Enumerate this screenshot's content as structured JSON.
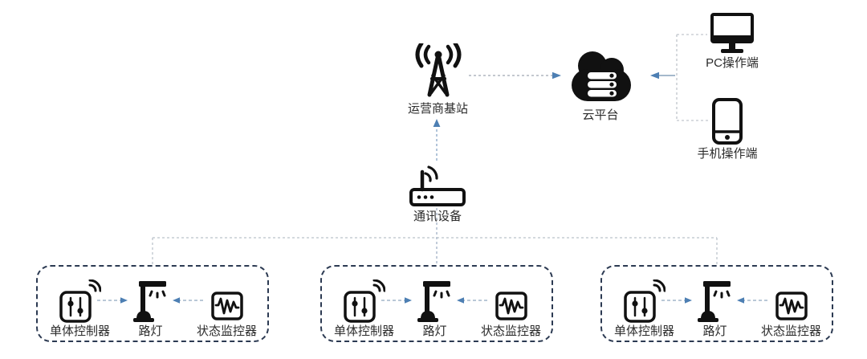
{
  "diagram": {
    "top_nodes": {
      "base_station": {
        "label": "运营商基站"
      },
      "cloud": {
        "label": "云平台"
      },
      "pc": {
        "label": "PC操作端"
      },
      "phone": {
        "label": "手机操作端"
      },
      "router": {
        "label": "通讯设备"
      }
    },
    "groups": [
      {
        "controller_label": "单体控制器",
        "lamp_label": "路灯",
        "monitor_label": "状态监控器"
      },
      {
        "controller_label": "单体控制器",
        "lamp_label": "路灯",
        "monitor_label": "状态监控器"
      },
      {
        "controller_label": "单体控制器",
        "lamp_label": "路灯",
        "monitor_label": "状态监控器"
      }
    ],
    "colors": {
      "icon_black": "#111111",
      "group_border": "#2c3a52",
      "connector_gray": "#a9b3be",
      "connector_blue": "#7d9cc2",
      "arrowhead_blue": "#4d7fb3",
      "label_text": "#2b2b2b",
      "background": "#ffffff"
    }
  }
}
